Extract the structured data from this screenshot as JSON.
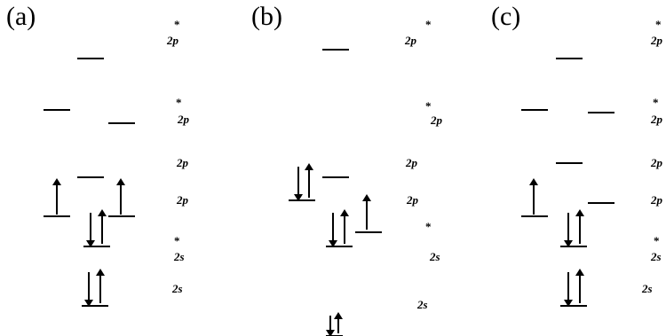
{
  "panels": [
    {
      "label": "(a)",
      "orbitals": [
        {
          "text": "2p",
          "star": true
        },
        {
          "text": "2p",
          "star": true
        },
        {
          "text": "2p",
          "star": false
        },
        {
          "text": "2p",
          "star": false
        },
        {
          "text": "2s",
          "star": true
        },
        {
          "text": "2s",
          "star": false
        }
      ]
    },
    {
      "label": "(b)",
      "orbitals": [
        {
          "text": "2p",
          "star": true
        },
        {
          "text": "2p",
          "star": true
        },
        {
          "text": "2p",
          "star": false
        },
        {
          "text": "2p",
          "star": false
        },
        {
          "text": "",
          "star": true
        },
        {
          "text": "2s",
          "star": false
        },
        {
          "text": "2s",
          "star": false
        }
      ]
    },
    {
      "label": "(c)",
      "orbitals": [
        {
          "text": "2p",
          "star": true
        },
        {
          "text": "2p",
          "star": true
        },
        {
          "text": "2p",
          "star": false
        },
        {
          "text": "2p",
          "star": false
        },
        {
          "text": "2s",
          "star": true
        },
        {
          "text": "2s",
          "star": false
        }
      ]
    }
  ],
  "colors": {
    "ink": "#000000",
    "background": "#ffffff"
  }
}
